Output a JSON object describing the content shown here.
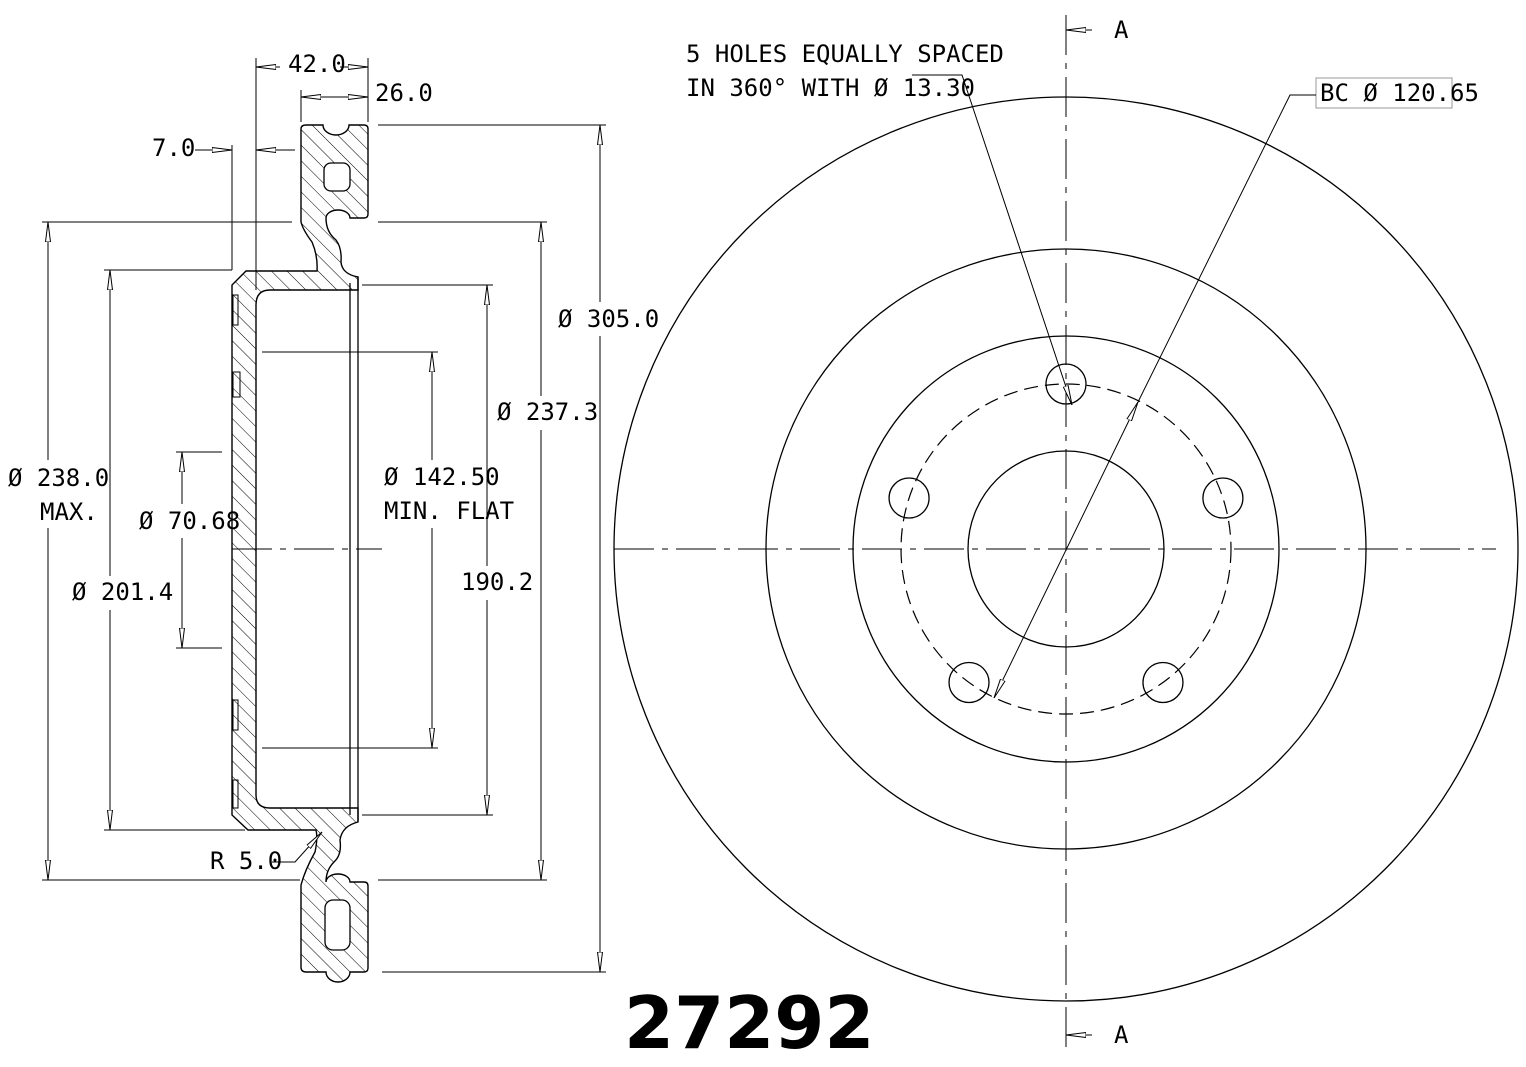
{
  "part_number": "27292",
  "section_view": {
    "dim_overall_width": "42.0",
    "dim_rotor_thickness": "26.0",
    "dim_hat_offset": "7.0",
    "dim_outer_diameter": "Ø 305.0",
    "dim_237": "Ø 237.3",
    "dim_238": "Ø 238.0",
    "dim_238_note": "MAX.",
    "dim_201": "Ø 201.4",
    "dim_center_bore": "Ø 70.68",
    "dim_min_flat": "Ø 142.50",
    "dim_min_flat_note": "MIN. FLAT",
    "dim_hat_height": "190.2",
    "dim_radius": "R 5.0"
  },
  "front_view": {
    "holes_note_line1": "5 HOLES EQUALLY SPACED",
    "holes_note_line2": "IN 360° WITH Ø 13.30",
    "bolt_circle": "BC Ø 120.65",
    "section_marker_top": "A",
    "section_marker_bottom": "A",
    "bolt_hole_count": 5
  }
}
